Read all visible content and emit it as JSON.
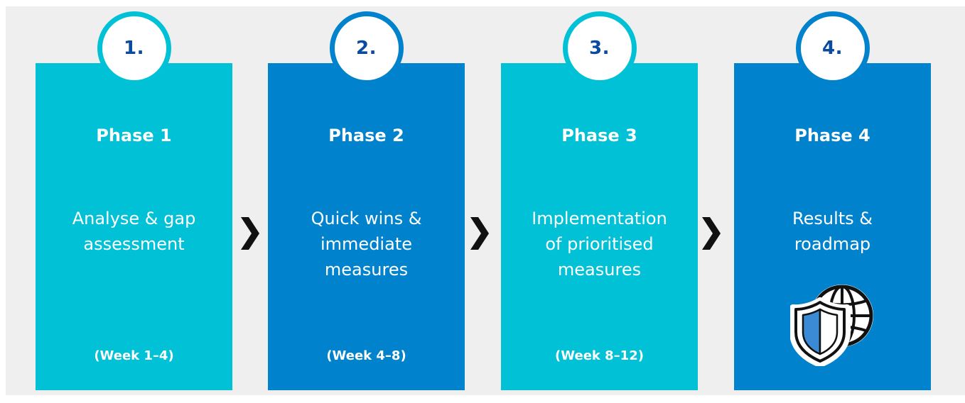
{
  "phases": [
    {
      "number": "1.",
      "title": "Phase 1",
      "description": "Analyse & gap assessment",
      "week": "(Week 1–4)"
    },
    {
      "number": "2.",
      "title": "Phase 2",
      "description": "Quick wins & immediate measures",
      "week": "(Week 4–8)"
    },
    {
      "number": "3.",
      "title": "Phase 3",
      "description": "Implementation of prioritised measures",
      "week": "(Week 8–12)"
    },
    {
      "number": "4.",
      "title": "Phase 4",
      "description": "Results & roadmap",
      "icon": "globe-shield-icon"
    }
  ],
  "colors": {
    "background": "#efefef",
    "light_card": "#00c1d5",
    "dark_card": "#0082cc",
    "number_text": "#0a4aa0",
    "arrow": "#111111"
  }
}
